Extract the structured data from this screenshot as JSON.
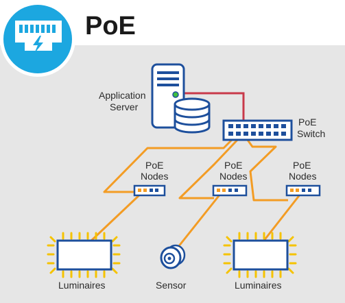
{
  "title": "PoE",
  "labels": {
    "server": [
      "Application",
      "Server"
    ],
    "switch": [
      "PoE",
      "Switch"
    ],
    "nodes": [
      "PoE",
      "Nodes"
    ],
    "luminaires": "Luminaires",
    "sensor": "Sensor"
  },
  "colors": {
    "panel": "#e6e6e6",
    "logo_blue": "#1ca7e0",
    "cable_orange": "#f39c24",
    "link_red": "#c8394a",
    "device_blue": "#1d4f9c",
    "glow_yellow": "#f5c300"
  },
  "icons": [
    "ethernet-port-icon",
    "lightning-bolt-icon",
    "server-icon",
    "database-icon",
    "network-switch-icon",
    "poe-node-icon",
    "luminaire-icon",
    "sensor-icon"
  ]
}
